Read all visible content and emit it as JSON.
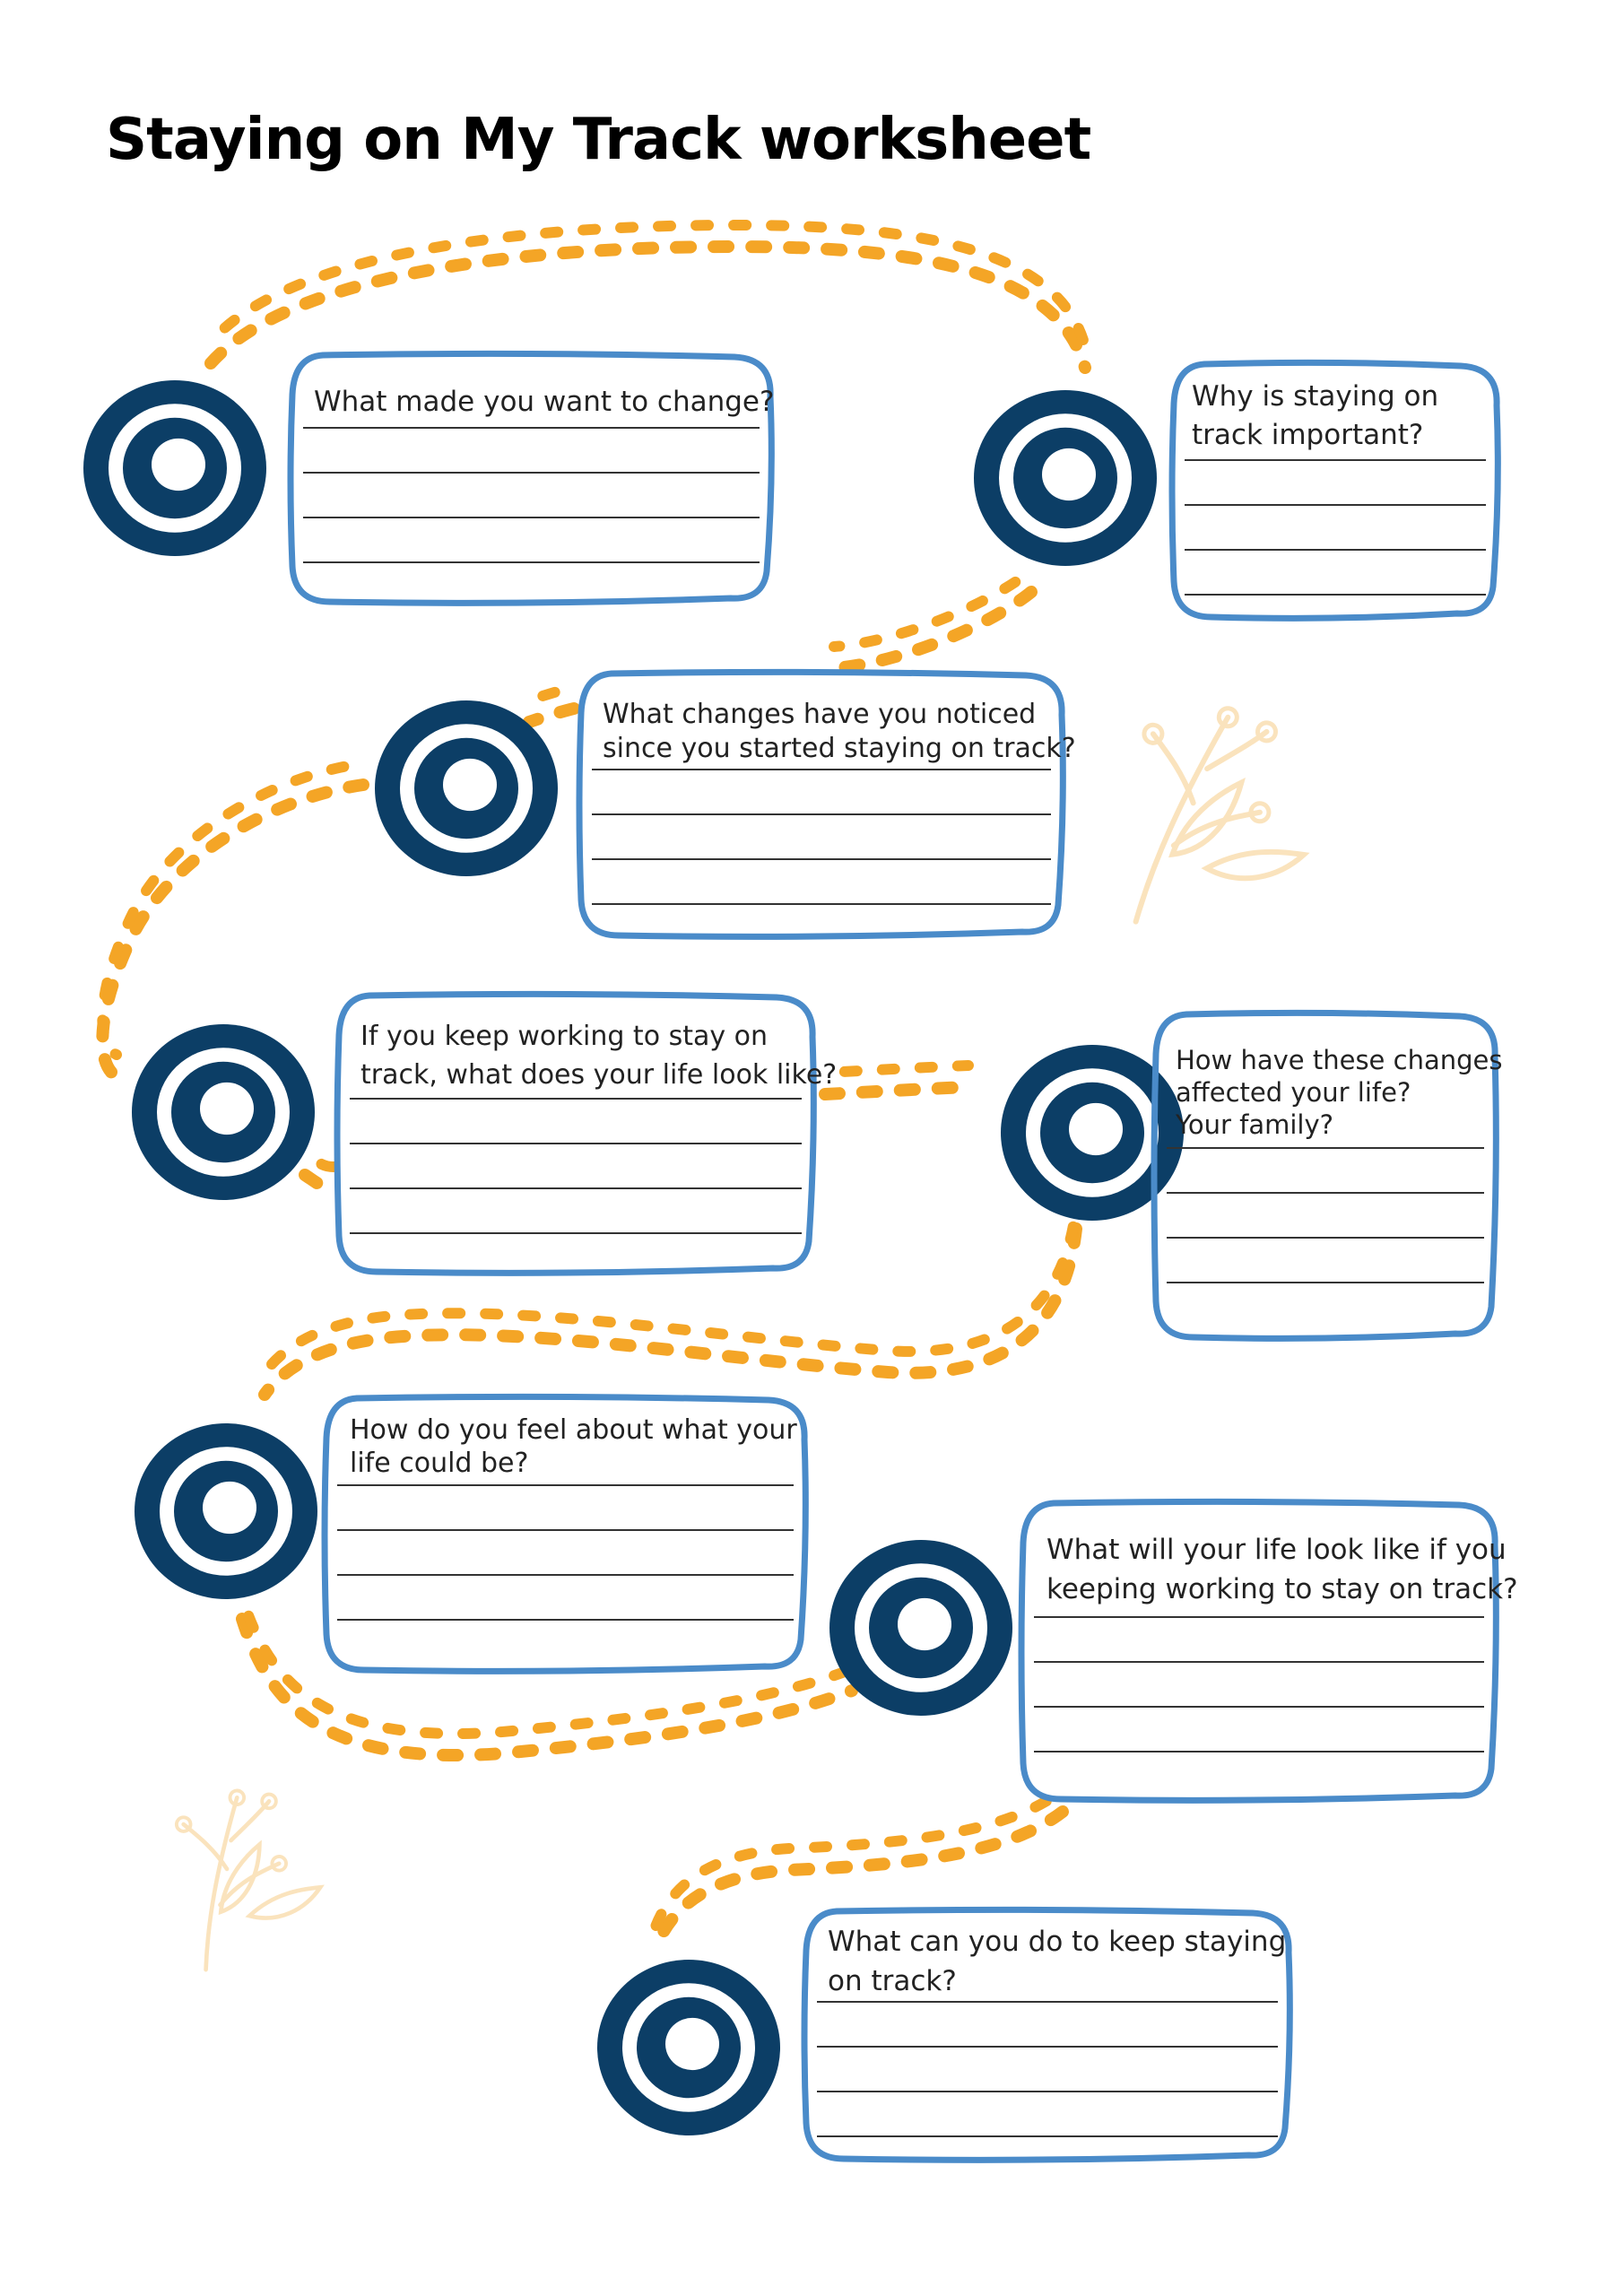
{
  "page": {
    "title": "Staying on My Track worksheet"
  },
  "colors": {
    "card_border": "#4a8bc9",
    "dots": "#f4a526",
    "target": "#0c3e66",
    "leaf": "#fae3bd",
    "text": "#222222",
    "rule": "#333333"
  },
  "questions": [
    {
      "lines": [
        "What made you want to change?"
      ]
    },
    {
      "lines": [
        "Why is staying on",
        "track important?"
      ]
    },
    {
      "lines": [
        "What changes have you noticed",
        "since you started staying on track?"
      ]
    },
    {
      "lines": [
        "If you keep working to stay on",
        "track, what does your life look like?"
      ]
    },
    {
      "lines": [
        "How have these changes",
        "affected your life?",
        "Your family?"
      ]
    },
    {
      "lines": [
        "How do you feel about what your",
        "life could be?"
      ]
    },
    {
      "lines": [
        "What will your life look like if you",
        "keeping working to stay on track?"
      ]
    },
    {
      "lines": [
        "What can you do to keep staying",
        "on track?"
      ]
    }
  ],
  "icons": {
    "target": "concentric-circle-target-icon",
    "leaf": "leaf-branch-icon"
  }
}
